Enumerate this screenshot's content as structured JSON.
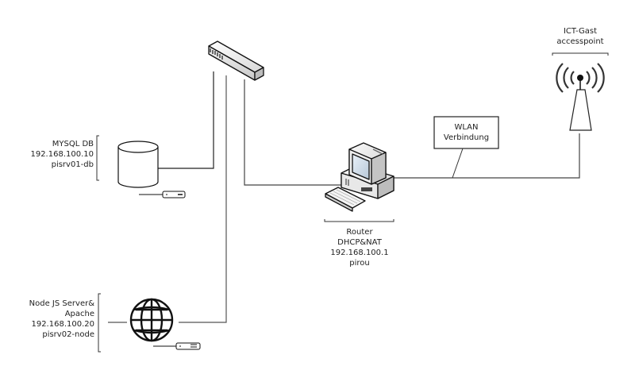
{
  "diagram": {
    "nodes": {
      "switch": {
        "label": "",
        "icon": "network-switch-icon"
      },
      "mysql": {
        "lines": [
          "MYSQL DB",
          "192.168.100.10",
          "pisrv01-db"
        ],
        "icon": "database-cylinder-icon"
      },
      "node": {
        "lines": [
          "Node JS Server&",
          "Apache",
          "192.168.100.20",
          "pisrv02-node"
        ],
        "icon": "web-server-globe-icon"
      },
      "router": {
        "lines": [
          "Router",
          "DHCP&NAT",
          "192.168.100.1",
          "pirou"
        ],
        "icon": "workstation-computer-icon"
      },
      "accesspoint": {
        "lines": [
          "ICT-Gast",
          "accesspoint"
        ],
        "icon": "wireless-tower-icon"
      }
    },
    "callout": {
      "lines": [
        "WLAN",
        "Verbindung"
      ]
    },
    "edges": [
      {
        "from": "switch",
        "to": "mysql"
      },
      {
        "from": "switch",
        "to": "node"
      },
      {
        "from": "switch",
        "to": "router"
      },
      {
        "from": "router",
        "to": "accesspoint",
        "label": "WLAN Verbindung"
      }
    ]
  }
}
